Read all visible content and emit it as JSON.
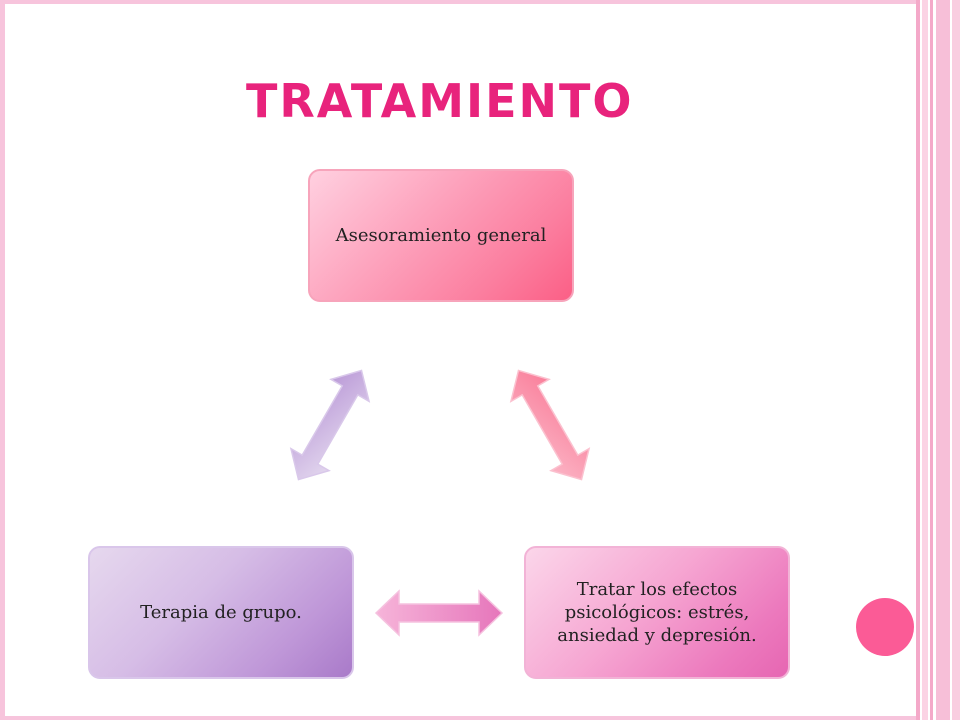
{
  "title": "Tratamiento",
  "diagram": {
    "nodes": {
      "top": "Asesoramiento general",
      "right": "Tratar los efectos psicológicos: estrés, ansiedad y depresión.",
      "left": "Terapia de grupo."
    }
  },
  "colors": {
    "title": "#e8237c",
    "accent_dot": "#fb5b96",
    "frame": "#f7c4dc"
  }
}
